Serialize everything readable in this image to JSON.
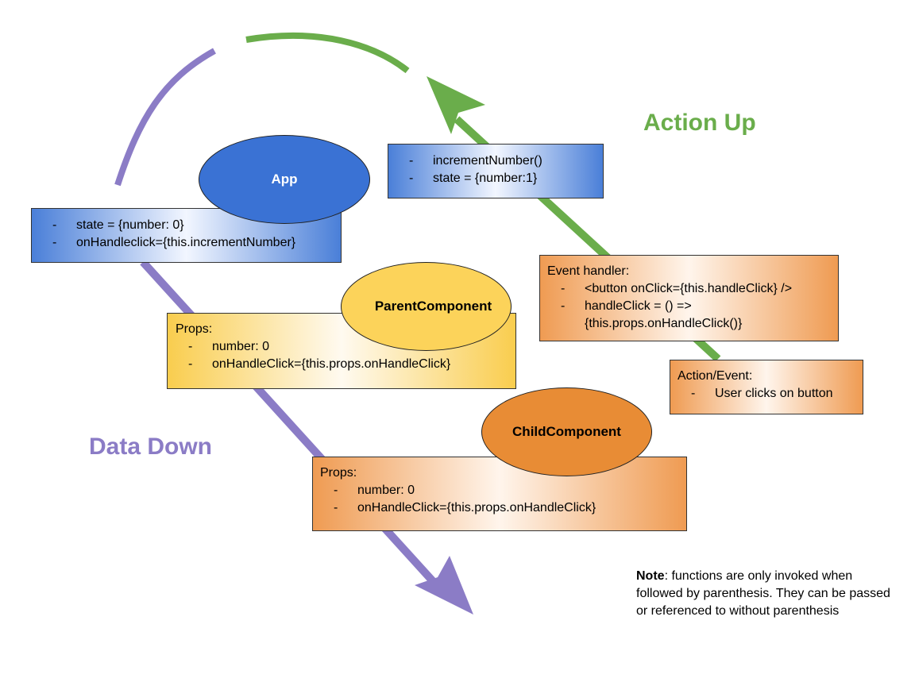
{
  "colors": {
    "data_down": "#8b7cc6",
    "action_up": "#6aad4b",
    "app": "#3a72d4",
    "parent": "#fcd35a",
    "child": "#e88c35"
  },
  "labels": {
    "action_up": "Action Up",
    "data_down": "Data Down"
  },
  "nodes": {
    "app": "App",
    "parent": "ParentComponent",
    "child": "ChildComponent"
  },
  "boxes": {
    "app_state": {
      "items": [
        "state = {number: 0}",
        "onHandleclick={this.incrementNumber}"
      ]
    },
    "increment": {
      "items": [
        "incrementNumber()",
        "state = {number:1}"
      ]
    },
    "parent_props": {
      "title": "Props:",
      "items": [
        "number: 0",
        "onHandleClick={this.props.onHandleClick}"
      ]
    },
    "child_props": {
      "title": "Props:",
      "items": [
        "number: 0",
        "onHandleClick={this.props.onHandleClick}"
      ]
    },
    "event_handler": {
      "title": "Event handler:",
      "items": [
        "<button onClick={this.handleClick} />",
        "handleClick = () =>",
        "{this.props.onHandleClick()}"
      ]
    },
    "action_event": {
      "title": "Action/Event:",
      "items": [
        "User clicks on button"
      ]
    }
  },
  "note": {
    "bold": "Note",
    "text": ": functions are only invoked when followed by parenthesis. They can be passed or referenced to without parenthesis"
  }
}
